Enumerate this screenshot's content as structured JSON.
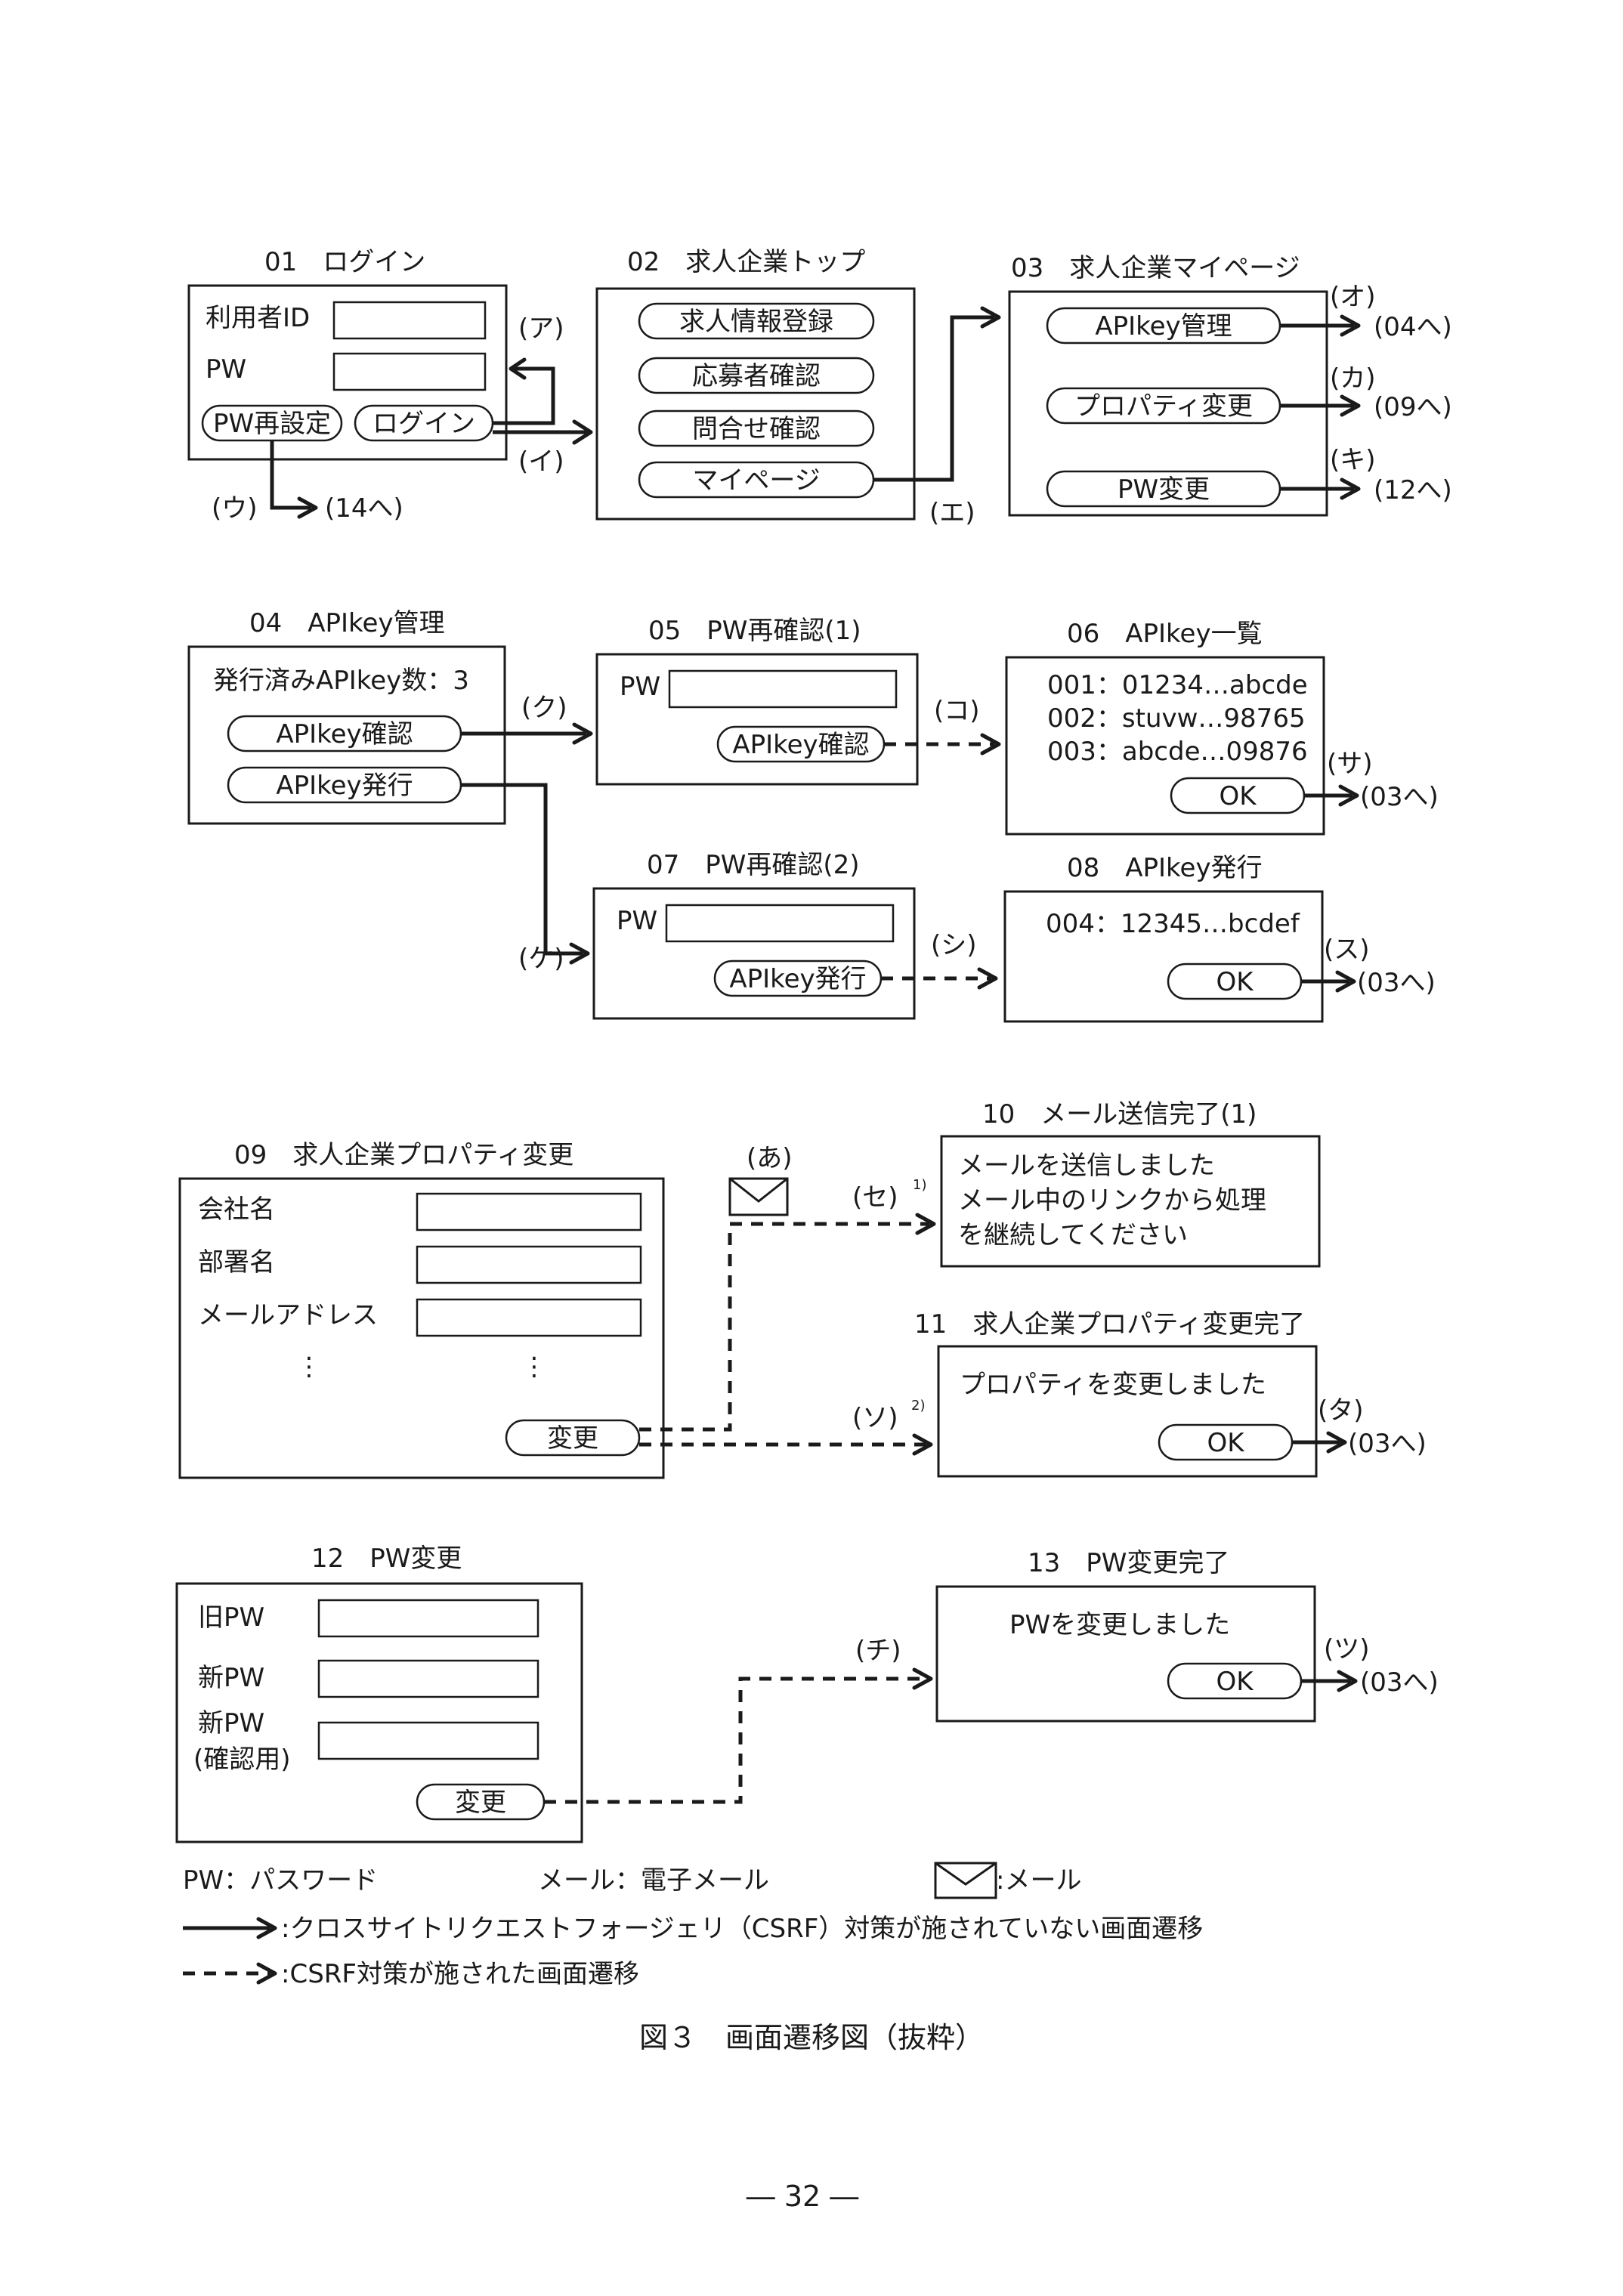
{
  "screens": {
    "s01": {
      "title": "01　ログイン",
      "label_id": "利用者ID",
      "label_pw": "PW",
      "btn_reset": "PW再設定",
      "btn_login": "ログイン"
    },
    "s02": {
      "title": "02　求人企業トップ",
      "btn_job": "求人情報登録",
      "btn_applicant": "応募者確認",
      "btn_inquiry": "問合せ確認",
      "btn_mypage": "マイページ"
    },
    "s03": {
      "title": "03　求人企業マイページ",
      "btn_apikey": "APIkey管理",
      "btn_property": "プロパティ変更",
      "btn_pw": "PW変更"
    },
    "s04": {
      "title": "04　APIkey管理",
      "issued": "発行済みAPIkey数：3",
      "btn_confirm": "APIkey確認",
      "btn_issue": "APIkey発行"
    },
    "s05": {
      "title": "05　PW再確認(1)",
      "label_pw": "PW",
      "btn": "APIkey確認"
    },
    "s06": {
      "title": "06　APIkey一覧",
      "rows": [
        "001：01234…abcde",
        "002：stuvw…98765",
        "003：abcde…09876"
      ],
      "btn_ok": "OK"
    },
    "s07": {
      "title": "07　PW再確認(2)",
      "label_pw": "PW",
      "btn": "APIkey発行"
    },
    "s08": {
      "title": "08　APIkey発行",
      "row": "004：12345…bcdef",
      "btn_ok": "OK"
    },
    "s09": {
      "title": "09　求人企業プロパティ変更",
      "label_company": "会社名",
      "label_dept": "部署名",
      "label_mail": "メールアドレス",
      "ellipsis": "⋮",
      "btn_change": "変更"
    },
    "s10": {
      "title": "10　メール送信完了(1)",
      "lines": [
        "メールを送信しました",
        "メール中のリンクから処理",
        "を継続してください"
      ]
    },
    "s11": {
      "title": "11　求人企業プロパティ変更完了",
      "msg": "プロパティを変更しました",
      "btn_ok": "OK"
    },
    "s12": {
      "title": "12　PW変更",
      "label_old": "旧PW",
      "label_new": "新PW",
      "label_new2a": "新PW",
      "label_new2b": "(確認用)",
      "btn_change": "変更"
    },
    "s13": {
      "title": "13　PW変更完了",
      "msg": "PWを変更しました",
      "btn_ok": "OK"
    }
  },
  "transitions": {
    "a": "(ア)",
    "i": "(イ)",
    "u": "(ウ)",
    "u_to": "(14へ)",
    "e": "(エ)",
    "o": "(オ)",
    "o_to": "(04へ)",
    "ka": "(カ)",
    "ka_to": "(09へ)",
    "ki": "(キ)",
    "ki_to": "(12へ)",
    "ku": "(ク)",
    "ke": "(ケ)",
    "ko": "(コ)",
    "sa": "(サ)",
    "sa_to": "(03へ)",
    "shi": "(シ)",
    "su": "(ス)",
    "su_to": "(03へ)",
    "se": "(セ)",
    "se_note": "1)",
    "so": "(ソ)",
    "so_note": "2)",
    "ta": "(タ)",
    "ta_to": "(03へ)",
    "chi": "(チ)",
    "tsu": "(ツ)",
    "tsu_to": "(03へ)",
    "mail_a": "(あ)"
  },
  "legend": {
    "pw": "PW：パスワード",
    "mail": "メール：電子メール",
    "mail_icon": ":メール",
    "solid": ":クロスサイトリクエストフォージェリ（CSRF）対策が施されていない画面遷移",
    "dashed": ":CSRF対策が施された画面遷移"
  },
  "caption": "図３　画面遷移図（抜粋）",
  "page_number": "― 32 ―",
  "icons": {
    "mail": "envelope-icon",
    "arrow": "arrow-head-icon"
  }
}
